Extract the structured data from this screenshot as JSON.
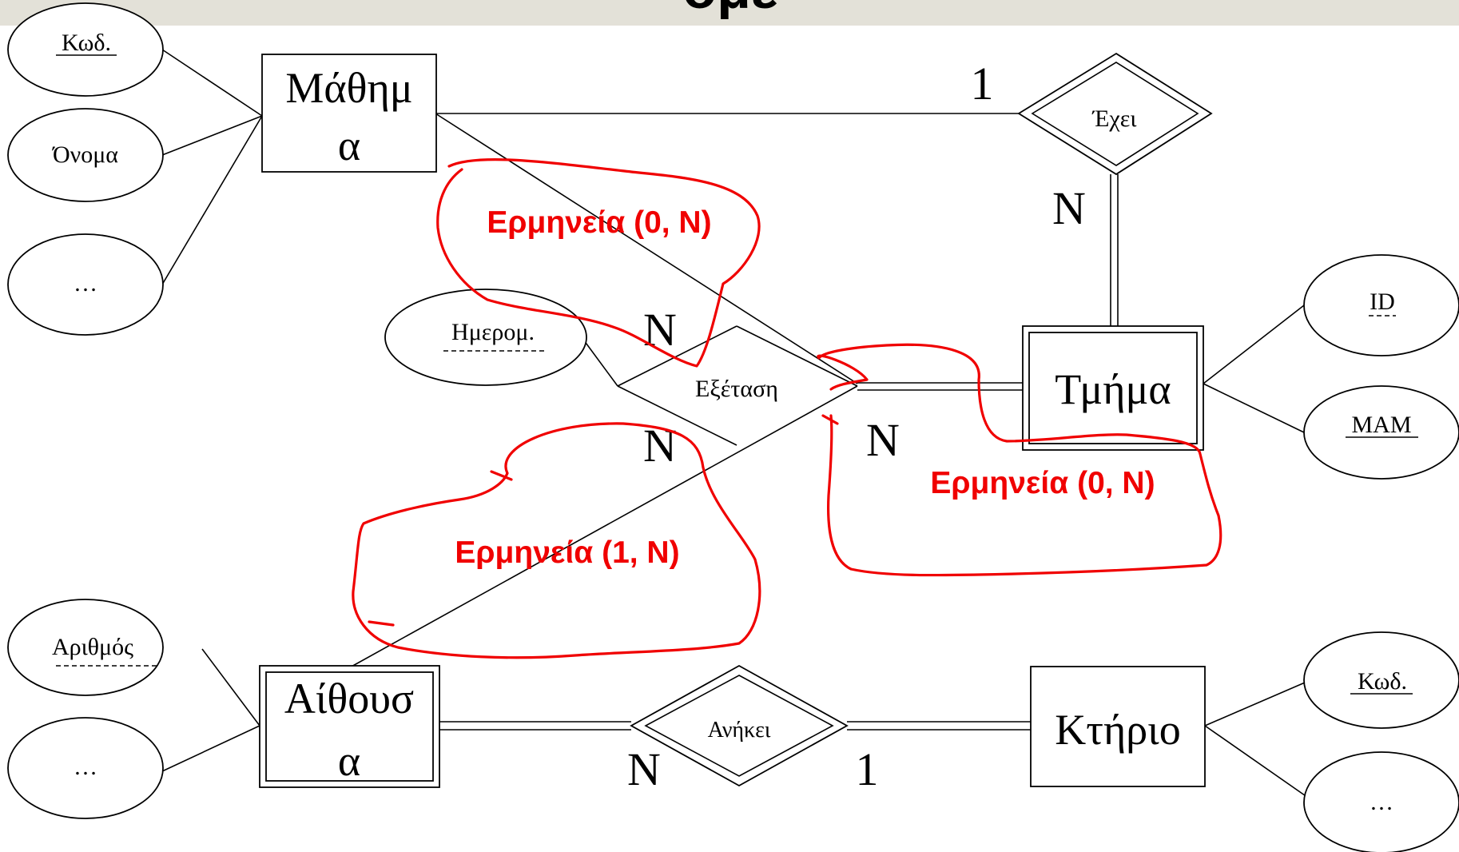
{
  "header_fragment": "ομέ",
  "entities": {
    "mathima": {
      "line1": "Μάθημ",
      "line2": "α"
    },
    "tmima": {
      "label": "Τμήμα"
    },
    "aithousa": {
      "line1": "Αίθουσ",
      "line2": "α"
    },
    "ktirio": {
      "label": "Κτήριο"
    }
  },
  "relationships": {
    "exei": "Έχει",
    "exetasi": "Εξέταση",
    "anikei": "Ανήκει"
  },
  "attributes": {
    "mathima": [
      "Κωδ.",
      "Όνομα",
      "…"
    ],
    "exetasi": [
      "Ημερομ."
    ],
    "tmima": [
      "ID",
      "MAM"
    ],
    "aithousa": [
      "Αριθμός",
      "…"
    ],
    "ktirio": [
      "Κωδ.",
      "…"
    ]
  },
  "cardinalities": {
    "mathima_exei": "1",
    "exei_tmima": "N",
    "exetasi_mathima": "N",
    "exetasi_aithousa": "N",
    "exetasi_tmima": "N",
    "anikei_aithousa": "N",
    "anikei_ktirio": "1"
  },
  "annotations": [
    "Ερμηνεία (0, N)",
    "Ερμηνεία (1, N)",
    "Ερμηνεία (0, N)"
  ],
  "colors": {
    "annotation": "#f00000",
    "header_band": "#e3e1d8"
  }
}
